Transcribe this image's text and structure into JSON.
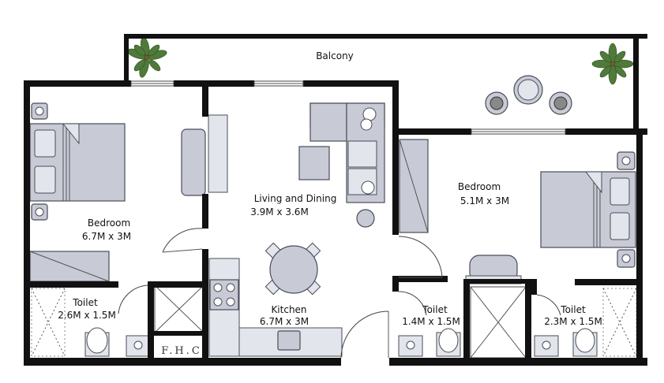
{
  "rooms": {
    "balcony": {
      "name": "Balcony"
    },
    "bedroom_left": {
      "name": "Bedroom",
      "size": "6.7M x 3M"
    },
    "living": {
      "name": "Living and Dining",
      "size": "3.9M x 3.6M"
    },
    "bedroom_right": {
      "name": "Bedroom",
      "size": "5.1M x 3M"
    },
    "toilet_left": {
      "name": "Toilet",
      "size": "2.6M x 1.5M"
    },
    "kitchen": {
      "name": "Kitchen",
      "size": "6.7M x 3M"
    },
    "toilet_mid": {
      "name": "Toilet",
      "size": "1.4M x 1.5M"
    },
    "toilet_right": {
      "name": "Toilet",
      "size": "2.3M x 1.5M"
    }
  },
  "fhc": "F.H.C",
  "colors": {
    "wall": "#111111",
    "furniture": "#c8cbd6",
    "plant": "#4f7a3a"
  }
}
